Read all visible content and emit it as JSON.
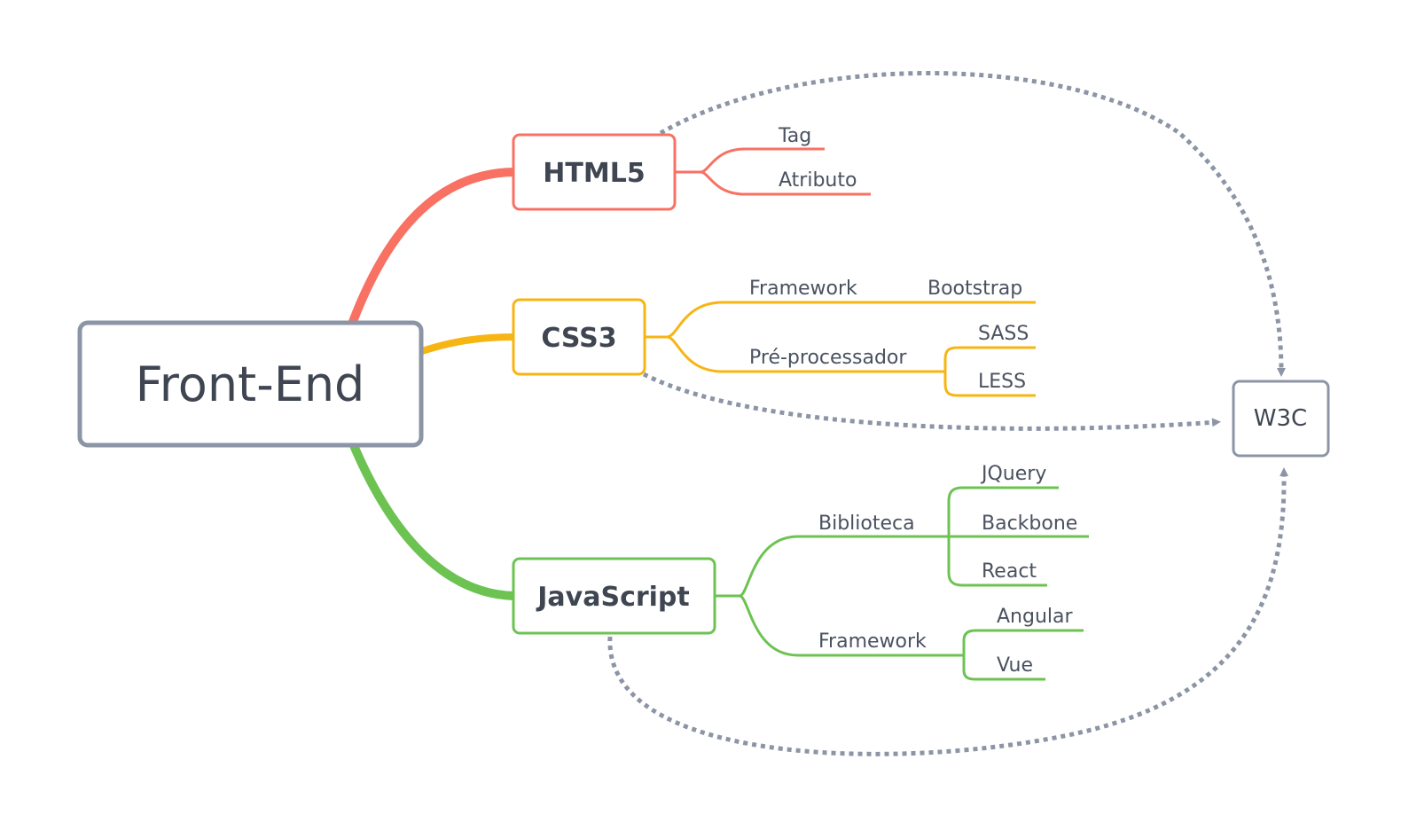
{
  "root": {
    "label": "Front-End"
  },
  "w3c": {
    "label": "W3C"
  },
  "colors": {
    "html": "#f87163",
    "css": "#f7b514",
    "js": "#6cc352",
    "neutral": "#8c95a5",
    "text": "#3f4652"
  },
  "html5": {
    "label": "HTML5",
    "children": {
      "tag": "Tag",
      "atributo": "Atributo"
    }
  },
  "css3": {
    "label": "CSS3",
    "framework": {
      "label": "Framework",
      "bootstrap": "Bootstrap"
    },
    "preprocessador": {
      "label": "Pré-processador",
      "sass": "SASS",
      "less": "LESS"
    }
  },
  "javascript": {
    "label": "JavaScript",
    "biblioteca": {
      "label": "Biblioteca",
      "jquery": "JQuery",
      "backbone": "Backbone",
      "react": "React"
    },
    "framework": {
      "label": "Framework",
      "angular": "Angular",
      "vue": "Vue"
    }
  }
}
